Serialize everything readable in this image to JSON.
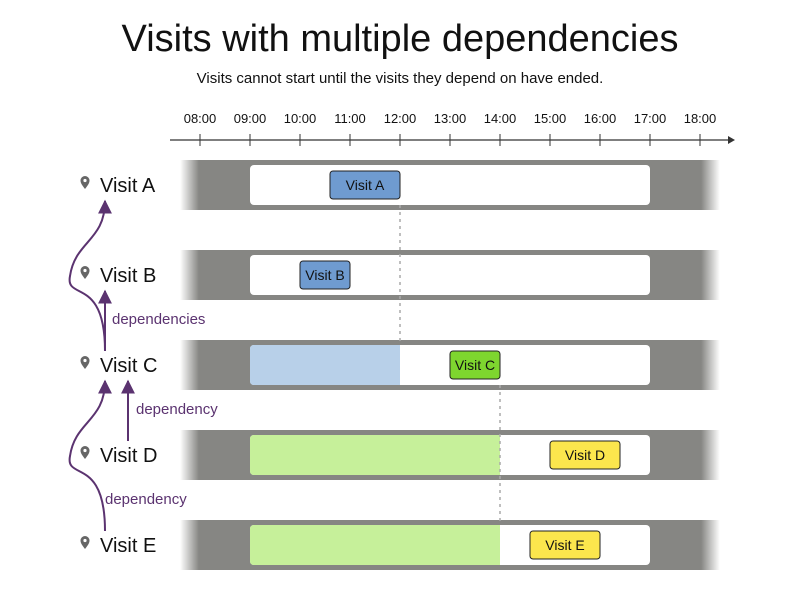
{
  "title": "Visits with multiple dependencies",
  "subtitle": "Visits cannot start until the visits they depend on have ended.",
  "colors": {
    "lane": "#868683",
    "window": "#ffffff",
    "visit_blue": "#6f9bd0",
    "visit_green": "#7ed62f",
    "visit_yellow": "#fce64d",
    "blocked_blue": "#b8d0e9",
    "blocked_green": "#c6f09a",
    "arrow": "#5b3370",
    "guide": "#aaaaaa"
  },
  "timeline": {
    "ticks": [
      "08:00",
      "09:00",
      "10:00",
      "11:00",
      "12:00",
      "13:00",
      "14:00",
      "15:00",
      "16:00",
      "17:00",
      "18:00"
    ]
  },
  "rows": [
    {
      "name": "Visit A",
      "window": [
        9,
        17
      ],
      "visit": {
        "label": "Visit A",
        "start": 10.6,
        "end": 12,
        "color": "visit_blue"
      },
      "blocked": null
    },
    {
      "name": "Visit B",
      "window": [
        9,
        17
      ],
      "visit": {
        "label": "Visit B",
        "start": 10,
        "end": 11,
        "color": "visit_blue"
      },
      "blocked": null
    },
    {
      "name": "Visit C",
      "window": [
        9,
        17
      ],
      "visit": {
        "label": "Visit C",
        "start": 13,
        "end": 14,
        "color": "visit_green"
      },
      "blocked": {
        "start": 9,
        "end": 12,
        "color": "blocked_blue"
      }
    },
    {
      "name": "Visit D",
      "window": [
        9,
        17
      ],
      "visit": {
        "label": "Visit D",
        "start": 15,
        "end": 16.4,
        "color": "visit_yellow"
      },
      "blocked": {
        "start": 9,
        "end": 14,
        "color": "blocked_green"
      }
    },
    {
      "name": "Visit E",
      "window": [
        9,
        17
      ],
      "visit": {
        "label": "Visit E",
        "start": 14.6,
        "end": 16,
        "color": "visit_yellow"
      },
      "blocked": {
        "start": 9,
        "end": 14,
        "color": "blocked_green"
      }
    }
  ],
  "guides": [
    {
      "time": 12,
      "from_row": 0,
      "to_row": 2
    },
    {
      "time": 14,
      "from_row": 2,
      "to_row": 4
    }
  ],
  "dependencies": [
    {
      "label": "dependencies",
      "arrows": [
        {
          "from": 2,
          "to": 1,
          "style": "straight"
        },
        {
          "from": 2,
          "to": 0,
          "style": "curve"
        }
      ]
    },
    {
      "label": "dependency",
      "arrows": [
        {
          "from": 3,
          "to": 2,
          "style": "straight"
        }
      ]
    },
    {
      "label": "dependency",
      "arrows": [
        {
          "from": 4,
          "to": 2,
          "style": "curve"
        }
      ]
    }
  ]
}
